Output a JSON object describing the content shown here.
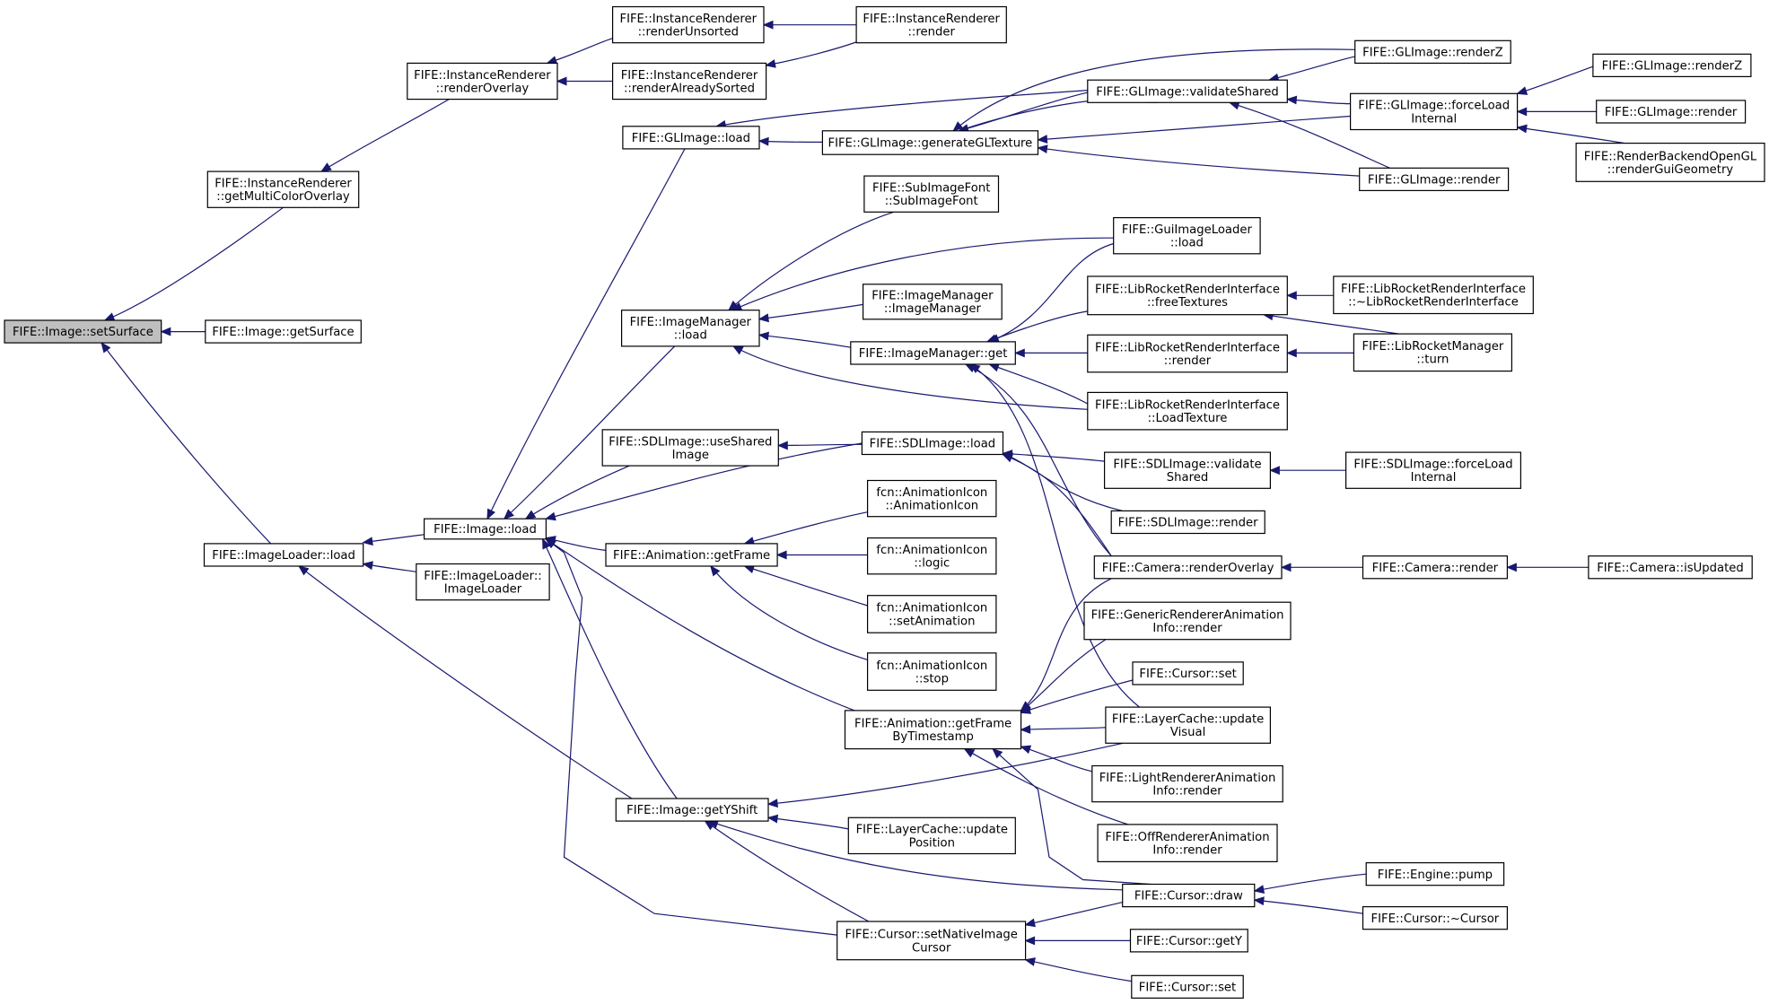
{
  "graph": {
    "nodes": [
      {
        "id": "setSurface",
        "lines": [
          "FIFE::Image::setSurface"
        ]
      },
      {
        "id": "getMultiColorOverlay",
        "lines": [
          "FIFE::InstanceRenderer",
          "::getMultiColorOverlay"
        ]
      },
      {
        "id": "getSurface",
        "lines": [
          "FIFE::Image::getSurface"
        ]
      },
      {
        "id": "ImageLoader_load",
        "lines": [
          "FIFE::ImageLoader::load"
        ]
      },
      {
        "id": "IR_renderOverlay",
        "lines": [
          "FIFE::InstanceRenderer",
          "::renderOverlay"
        ]
      },
      {
        "id": "IR_renderUnsorted",
        "lines": [
          "FIFE::InstanceRenderer",
          "::renderUnsorted"
        ]
      },
      {
        "id": "IR_renderAlreadySorted",
        "lines": [
          "FIFE::InstanceRenderer",
          "::renderAlreadySorted"
        ]
      },
      {
        "id": "IR_render",
        "lines": [
          "FIFE::InstanceRenderer",
          "::render"
        ]
      },
      {
        "id": "Image_load",
        "lines": [
          "FIFE::Image::load"
        ]
      },
      {
        "id": "ImageLoader_ctor",
        "lines": [
          "FIFE::ImageLoader::",
          "ImageLoader"
        ]
      },
      {
        "id": "GLImage_load",
        "lines": [
          "FIFE::GLImage::load"
        ]
      },
      {
        "id": "GLImage_generateGLTexture",
        "lines": [
          "FIFE::GLImage::generateGLTexture"
        ]
      },
      {
        "id": "GLImage_validateShared",
        "lines": [
          "FIFE::GLImage::validateShared"
        ]
      },
      {
        "id": "GLImage_renderZ_1",
        "lines": [
          "FIFE::GLImage::renderZ"
        ]
      },
      {
        "id": "GLImage_forceLoadInternal",
        "lines": [
          "FIFE::GLImage::forceLoad",
          "Internal"
        ]
      },
      {
        "id": "GLImage_render_1",
        "lines": [
          "FIFE::GLImage::render"
        ]
      },
      {
        "id": "GLImage_renderZ_2",
        "lines": [
          "FIFE::GLImage::renderZ"
        ]
      },
      {
        "id": "GLImage_render_2",
        "lines": [
          "FIFE::GLImage::render"
        ]
      },
      {
        "id": "RBOGL_renderGuiGeometry",
        "lines": [
          "FIFE::RenderBackendOpenGL",
          "::renderGuiGeometry"
        ]
      },
      {
        "id": "SubImageFont",
        "lines": [
          "FIFE::SubImageFont",
          "::SubImageFont"
        ]
      },
      {
        "id": "ImageManager_load",
        "lines": [
          "FIFE::ImageManager",
          "::load"
        ]
      },
      {
        "id": "ImageManager_ctor",
        "lines": [
          "FIFE::ImageManager",
          "::ImageManager"
        ]
      },
      {
        "id": "ImageManager_get",
        "lines": [
          "FIFE::ImageManager::get"
        ]
      },
      {
        "id": "GuiImageLoader_load",
        "lines": [
          "FIFE::GuiImageLoader",
          "::load"
        ]
      },
      {
        "id": "LRRI_freeTextures",
        "lines": [
          "FIFE::LibRocketRenderInterface",
          "::freeTextures"
        ]
      },
      {
        "id": "LRRI_dtor",
        "lines": [
          "FIFE::LibRocketRenderInterface",
          "::~LibRocketRenderInterface"
        ]
      },
      {
        "id": "LRRI_render",
        "lines": [
          "FIFE::LibRocketRenderInterface",
          "::render"
        ]
      },
      {
        "id": "LibRocketManager_turn",
        "lines": [
          "FIFE::LibRocketManager",
          "::turn"
        ]
      },
      {
        "id": "LRRI_LoadTexture",
        "lines": [
          "FIFE::LibRocketRenderInterface",
          "::LoadTexture"
        ]
      },
      {
        "id": "SDLImage_useSharedImage",
        "lines": [
          "FIFE::SDLImage::useShared",
          "Image"
        ]
      },
      {
        "id": "SDLImage_load",
        "lines": [
          "FIFE::SDLImage::load"
        ]
      },
      {
        "id": "SDLImage_validateShared",
        "lines": [
          "FIFE::SDLImage::validate",
          "Shared"
        ]
      },
      {
        "id": "SDLImage_forceLoadInternal",
        "lines": [
          "FIFE::SDLImage::forceLoad",
          "Internal"
        ]
      },
      {
        "id": "SDLImage_render",
        "lines": [
          "FIFE::SDLImage::render"
        ]
      },
      {
        "id": "Animation_getFrame",
        "lines": [
          "FIFE::Animation::getFrame"
        ]
      },
      {
        "id": "AnimationIcon_ctor",
        "lines": [
          "fcn::AnimationIcon",
          "::AnimationIcon"
        ]
      },
      {
        "id": "AnimationIcon_logic",
        "lines": [
          "fcn::AnimationIcon",
          "::logic"
        ]
      },
      {
        "id": "AnimationIcon_setAnimation",
        "lines": [
          "fcn::AnimationIcon",
          "::setAnimation"
        ]
      },
      {
        "id": "AnimationIcon_stop",
        "lines": [
          "fcn::AnimationIcon",
          "::stop"
        ]
      },
      {
        "id": "Camera_renderOverlay",
        "lines": [
          "FIFE::Camera::renderOverlay"
        ]
      },
      {
        "id": "Camera_render",
        "lines": [
          "FIFE::Camera::render"
        ]
      },
      {
        "id": "Camera_isUpdated",
        "lines": [
          "FIFE::Camera::isUpdated"
        ]
      },
      {
        "id": "GenericRendererAnimationInfo_render",
        "lines": [
          "FIFE::GenericRendererAnimation",
          "Info::render"
        ]
      },
      {
        "id": "Cursor_set_1",
        "lines": [
          "FIFE::Cursor::set"
        ]
      },
      {
        "id": "Animation_getFrameByTimestamp",
        "lines": [
          "FIFE::Animation::getFrame",
          "ByTimestamp"
        ]
      },
      {
        "id": "LayerCache_updateVisual",
        "lines": [
          "FIFE::LayerCache::update",
          "Visual"
        ]
      },
      {
        "id": "LightRendererAnimationInfo_render",
        "lines": [
          "FIFE::LightRendererAnimation",
          "Info::render"
        ]
      },
      {
        "id": "Image_getYShift",
        "lines": [
          "FIFE::Image::getYShift"
        ]
      },
      {
        "id": "LayerCache_updatePosition",
        "lines": [
          "FIFE::LayerCache::update",
          "Position"
        ]
      },
      {
        "id": "OffRendererAnimationInfo_render",
        "lines": [
          "FIFE::OffRendererAnimation",
          "Info::render"
        ]
      },
      {
        "id": "Engine_pump",
        "lines": [
          "FIFE::Engine::pump"
        ]
      },
      {
        "id": "Cursor_draw",
        "lines": [
          "FIFE::Cursor::draw"
        ]
      },
      {
        "id": "Cursor_dtor",
        "lines": [
          "FIFE::Cursor::~Cursor"
        ]
      },
      {
        "id": "Cursor_setNativeImageCursor",
        "lines": [
          "FIFE::Cursor::setNativeImage",
          "Cursor"
        ]
      },
      {
        "id": "Cursor_getY",
        "lines": [
          "FIFE::Cursor::getY"
        ]
      },
      {
        "id": "Cursor_set_2",
        "lines": [
          "FIFE::Cursor::set"
        ]
      }
    ]
  }
}
